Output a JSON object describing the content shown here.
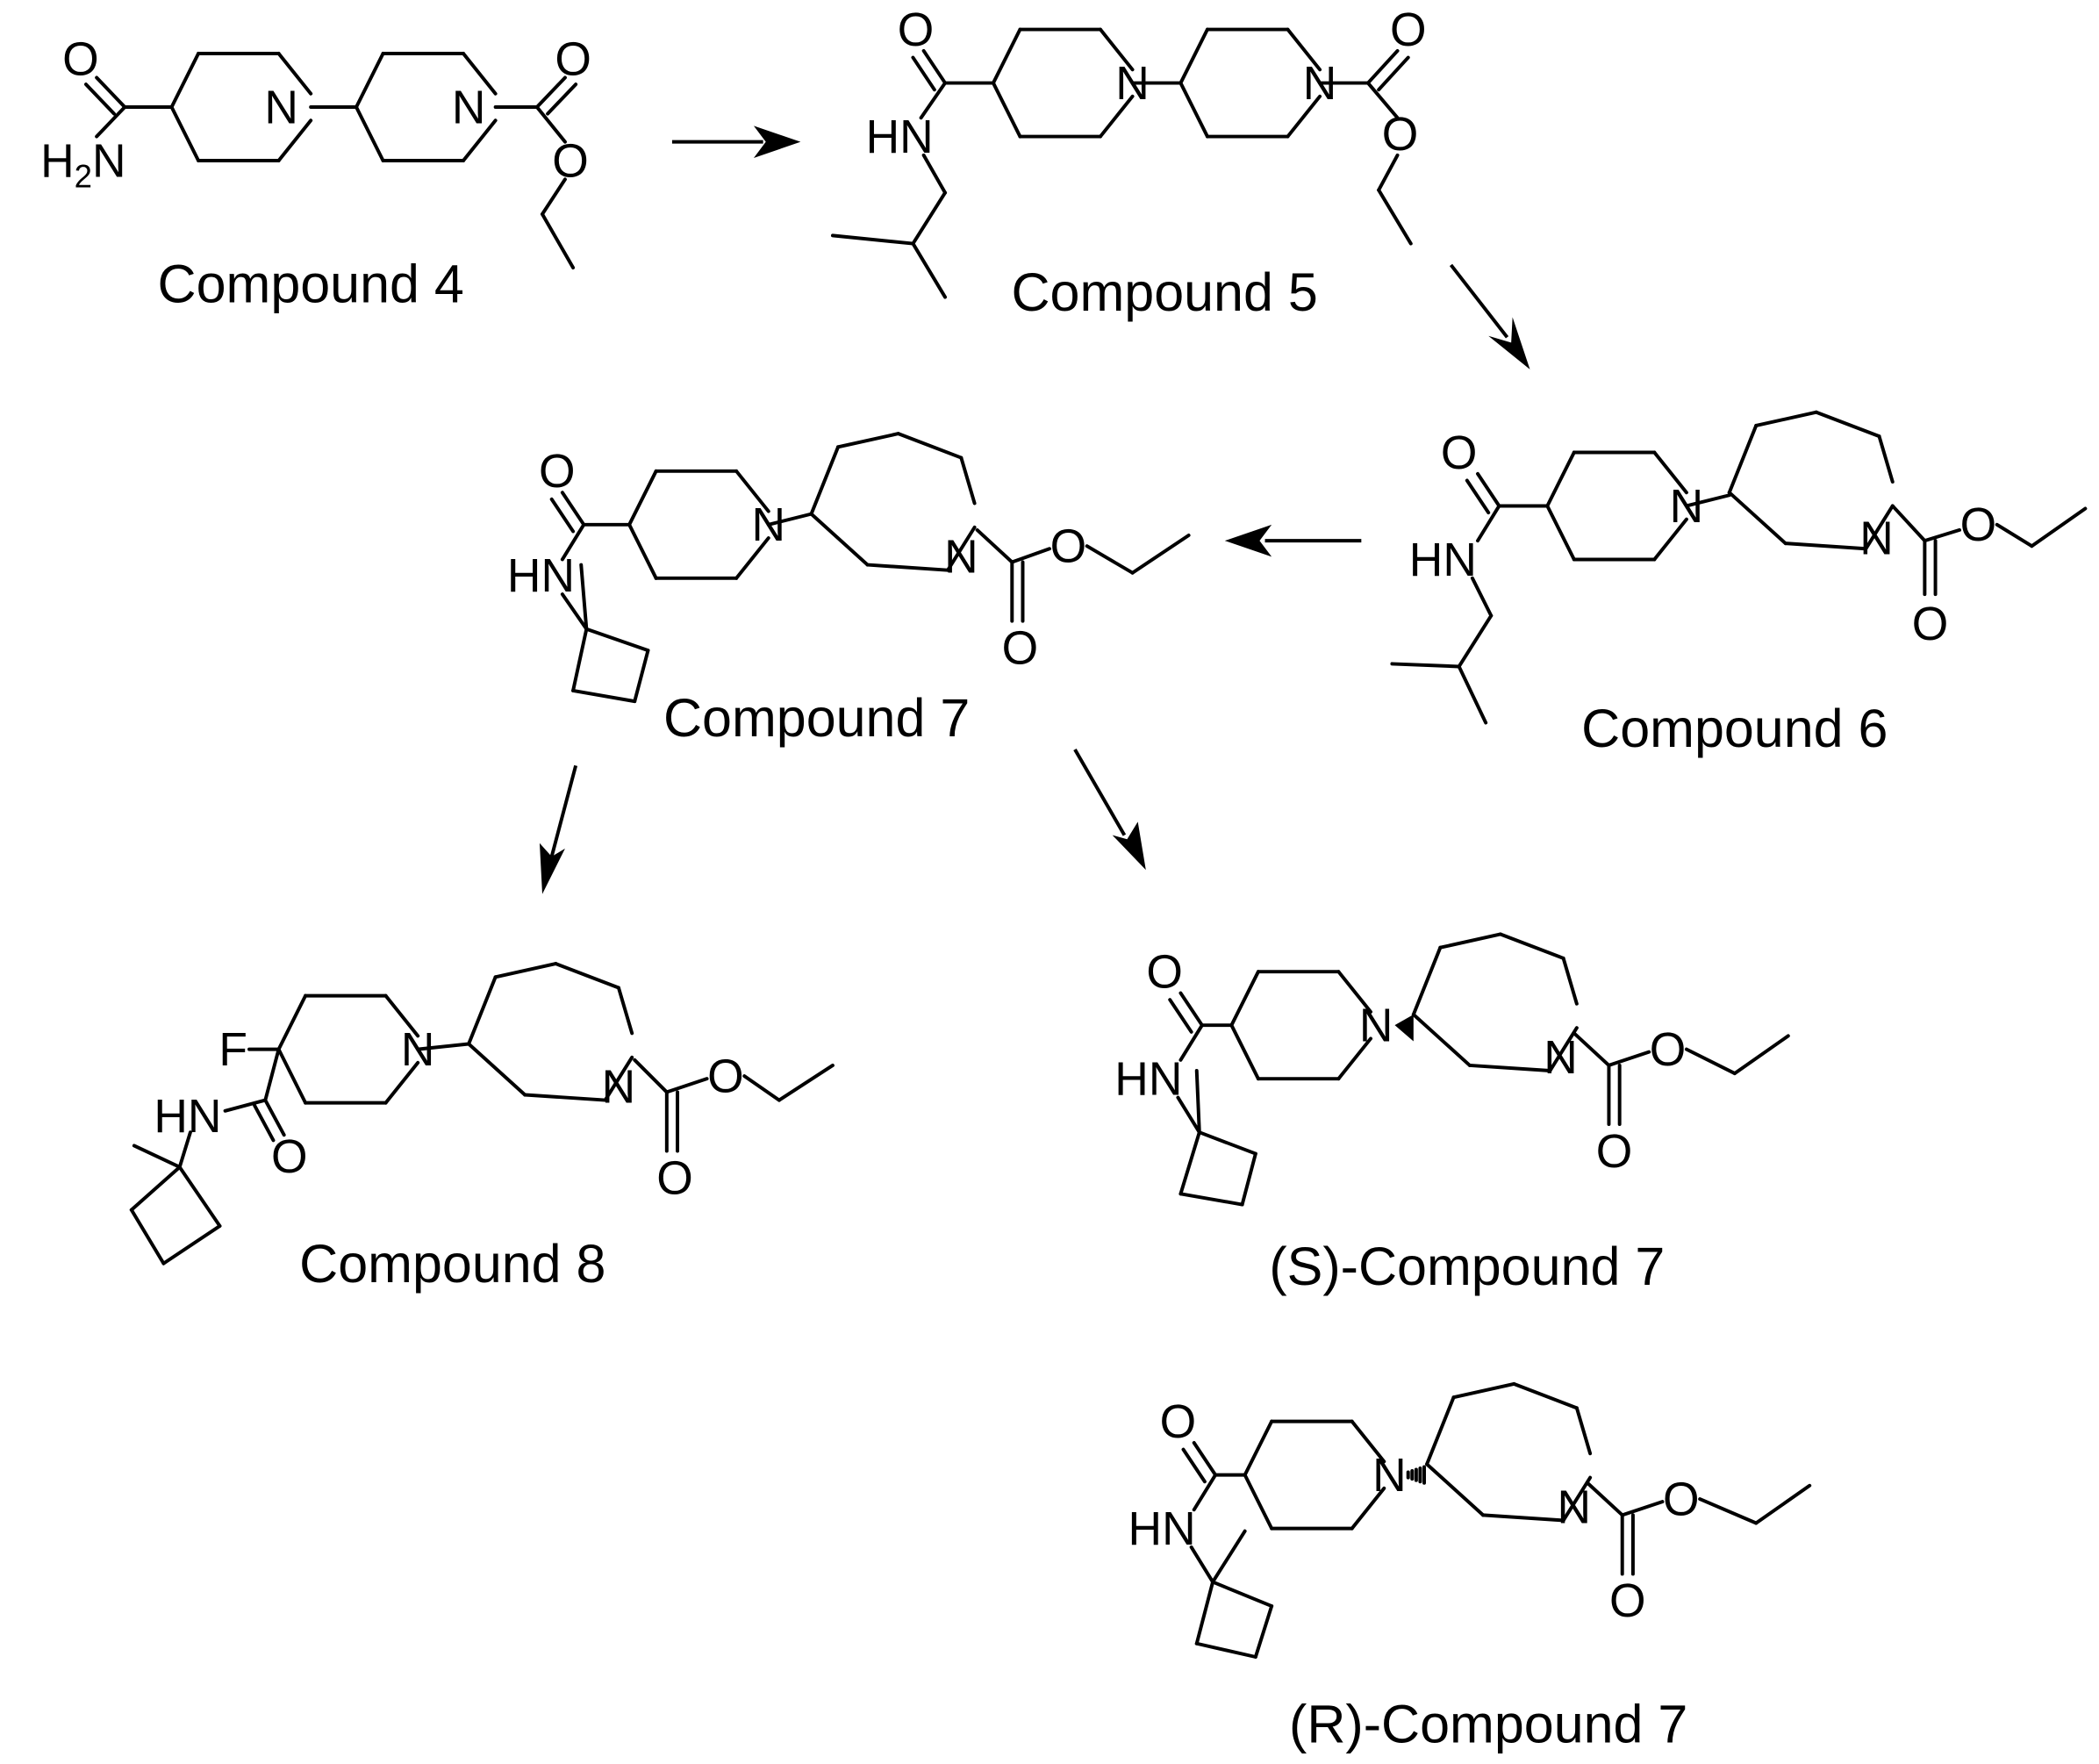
{
  "atoms": {
    "oxygen": "O",
    "nitrogen": "N",
    "fluorine": "F",
    "amine_h": "H",
    "amine_sub": "2",
    "amine_n": "N",
    "nh": "HN"
  },
  "captions": {
    "c4": "Compound 4",
    "c5": "Compound 5",
    "c6": "Compound 6",
    "c7": "Compound 7",
    "c8": "Compound 8",
    "s7": "(S)-Compound 7",
    "r7": "(R)-Compound 7"
  }
}
